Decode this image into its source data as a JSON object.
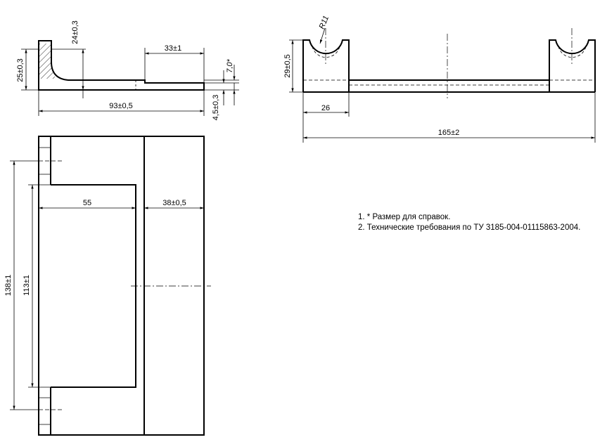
{
  "dimensions": {
    "side_height_24": "24±0,3",
    "side_width_33": "33±1",
    "side_thick_7": "7,0*",
    "side_height_25": "25±0,3",
    "side_length_93": "93±0,5",
    "side_thick_4_5": "4,5±0,3",
    "front_radius": "R11",
    "front_height_29": "29±0,5",
    "front_width_26": "26",
    "front_length_165": "165±2",
    "plan_width_55": "55",
    "plan_width_38": "38±0,5",
    "plan_height_138": "138±1",
    "plan_height_113": "113±1"
  },
  "notes": [
    "1. * Размер для справок.",
    "2. Технические требования по ТУ 3185-004-01115863-2004."
  ]
}
